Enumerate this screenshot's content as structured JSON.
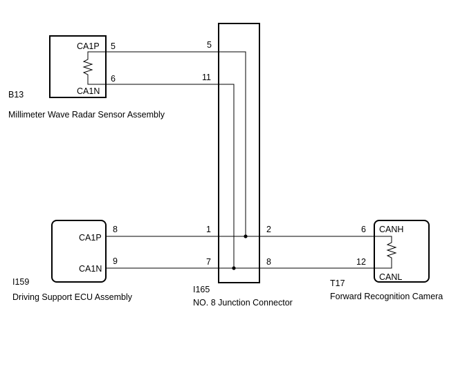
{
  "components": {
    "radar": {
      "code": "B13",
      "name": "Millimeter Wave Radar Sensor Assembly",
      "terminals": {
        "top": "CA1P",
        "bottom": "CA1N"
      },
      "pins": {
        "top": "5",
        "bottom": "6"
      }
    },
    "junction": {
      "code": "I165",
      "name": "NO. 8 Junction Connector",
      "pins": {
        "left_upper": "5",
        "left_second": "11",
        "left_third": "1",
        "left_bottom": "7",
        "right_upper": "2",
        "right_lower": "8"
      }
    },
    "ecu": {
      "code": "I159",
      "name": "Driving Support ECU Assembly",
      "terminals": {
        "top": "CA1P",
        "bottom": "CA1N"
      },
      "pins": {
        "top": "8",
        "bottom": "9"
      }
    },
    "camera": {
      "code": "T17",
      "name": "Forward Recognition Camera",
      "terminals": {
        "top": "CANH",
        "bottom": "CANL"
      },
      "pins": {
        "top": "6",
        "bottom": "12"
      }
    }
  }
}
